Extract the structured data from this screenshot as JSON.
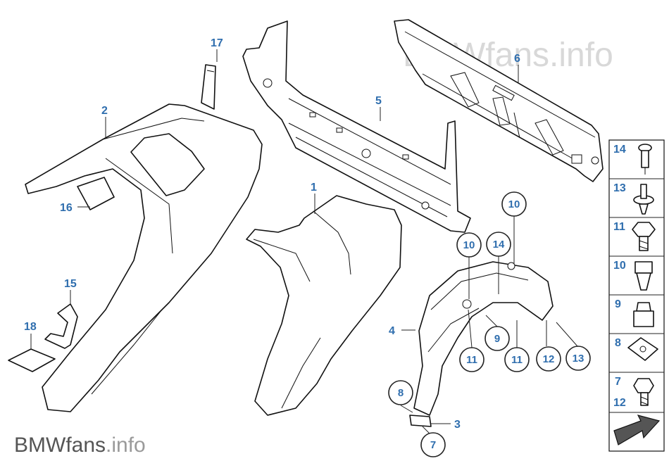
{
  "watermark": {
    "top_text": "BMWfans.info",
    "bottom_brand": "BMWfans",
    "bottom_suffix": ".info"
  },
  "callouts": {
    "c1": "1",
    "c2": "2",
    "c3": "3",
    "c4": "4",
    "c5": "5",
    "c6": "6",
    "c7": "7",
    "c8": "8",
    "c9": "9",
    "c10a": "10",
    "c10b": "10",
    "c11a": "11",
    "c11b": "11",
    "c12": "12",
    "c13": "13",
    "c14": "14",
    "c15": "15",
    "c16": "16",
    "c17": "17",
    "c18": "18"
  },
  "side_panel": {
    "items": [
      "14",
      "13",
      "11",
      "10",
      "9",
      "8",
      "7",
      "12"
    ]
  }
}
